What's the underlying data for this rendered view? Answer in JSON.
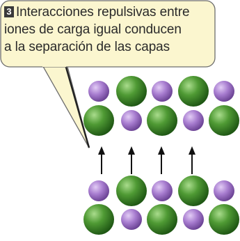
{
  "callout": {
    "step_number": "3",
    "line1": "Interacciones repulsivas entre",
    "line2": "iones de carga igual conducen",
    "line3": "a la separación de las capas"
  },
  "colors": {
    "callout_fill": "#fbf6cf",
    "callout_stroke": "#6d6d6d",
    "anion_green": "#3f8f2c",
    "cation_purple": "#9a6fc4",
    "arrow": "#111111"
  },
  "lattice": {
    "upper_layer": [
      [
        "cation",
        "anion",
        "cation",
        "anion",
        "cation"
      ],
      [
        "anion",
        "cation",
        "anion",
        "cation",
        "anion"
      ]
    ],
    "lower_layer": [
      [
        "cation",
        "anion",
        "cation",
        "anion",
        "cation"
      ],
      [
        "anion",
        "cation",
        "anion",
        "cation",
        "anion"
      ]
    ],
    "arrow_count": 4,
    "arrow_direction": "up"
  }
}
